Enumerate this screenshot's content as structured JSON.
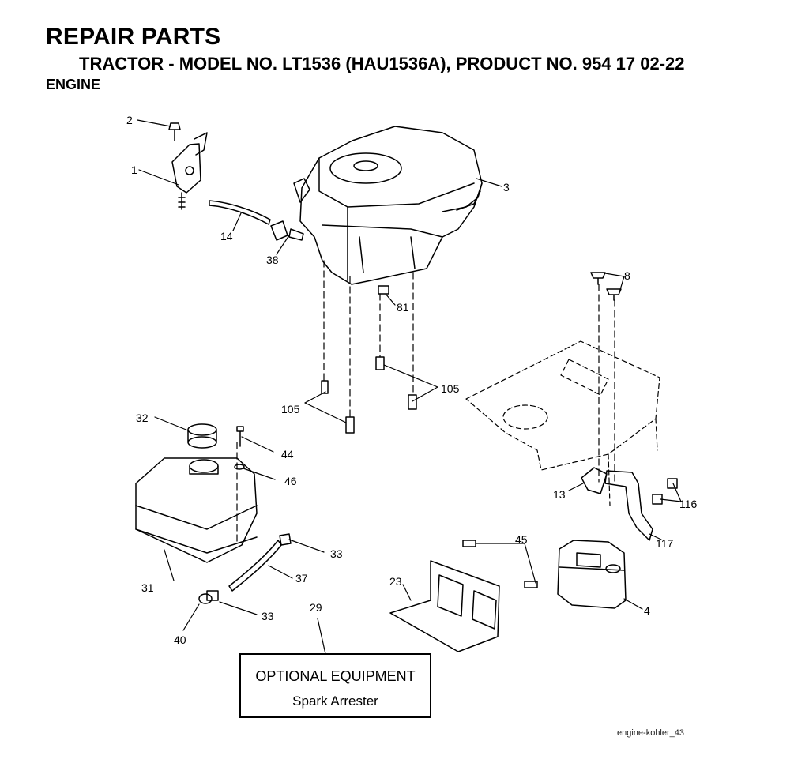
{
  "header": {
    "title": "REPAIR PARTS",
    "subtitle": "TRACTOR - MODEL NO. LT1536 (HAU1536A), PRODUCT NO. 954 17 02-22",
    "section": "ENGINE"
  },
  "callouts": {
    "c1": "1",
    "c2": "2",
    "c3": "3",
    "c4": "4",
    "c8": "8",
    "c13": "13",
    "c14": "14",
    "c23": "23",
    "c29": "29",
    "c31": "31",
    "c32": "32",
    "c33a": "33",
    "c33b": "33",
    "c37": "37",
    "c38": "38",
    "c40": "40",
    "c44": "44",
    "c45": "45",
    "c46": "46",
    "c81": "81",
    "c105a": "105",
    "c105b": "105",
    "c116": "116",
    "c117": "117"
  },
  "optional_box": {
    "line1": "OPTIONAL EQUIPMENT",
    "line2": "Spark Arrester"
  },
  "footer": {
    "reference": "engine-kohler_43"
  }
}
